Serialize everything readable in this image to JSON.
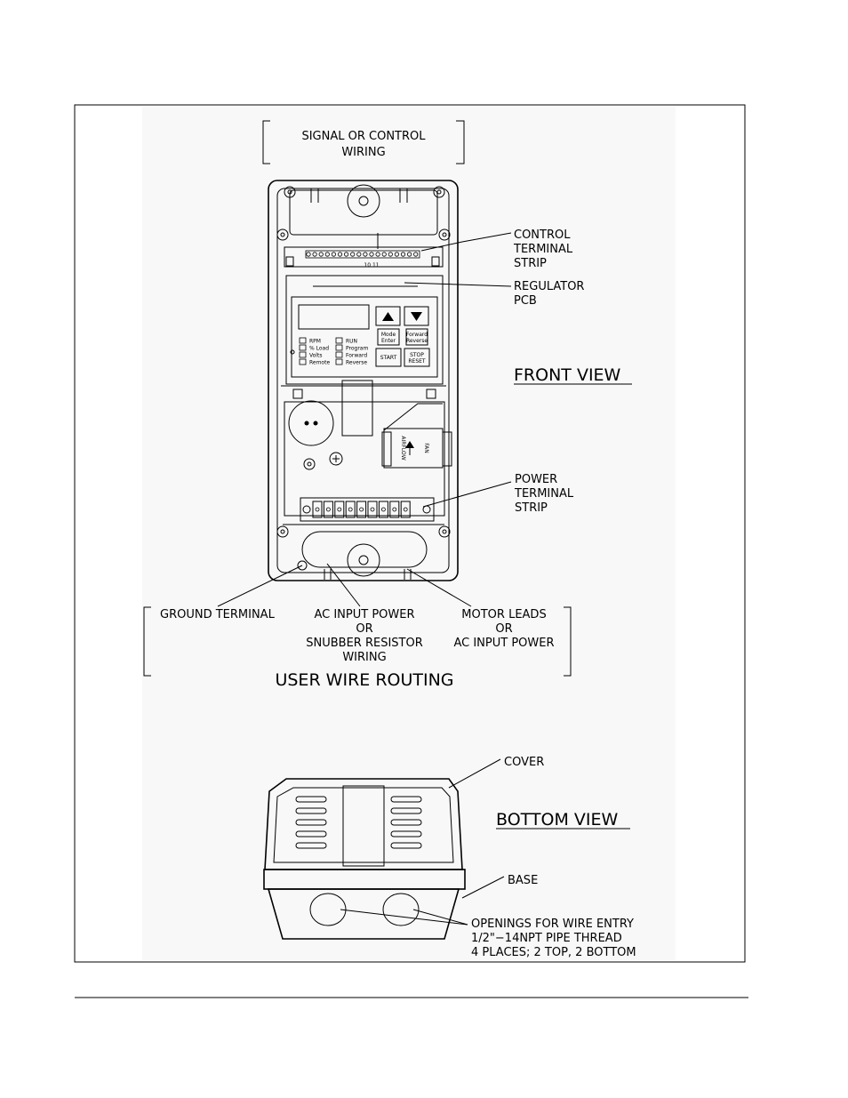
{
  "labels": {
    "signal_line1": "SIGNAL OR CONTROL",
    "signal_line2": "WIRING",
    "control_strip": [
      "CONTROL",
      "TERMINAL",
      "STRIP"
    ],
    "regulator_pcb": [
      "REGULATOR",
      "PCB"
    ],
    "front_view": "FRONT VIEW",
    "power_strip": [
      "POWER",
      "TERMINAL",
      "STRIP"
    ],
    "ground_terminal": "GROUND TERMINAL",
    "ac_input": [
      "AC INPUT POWER",
      "OR",
      "SNUBBER RESISTOR",
      "WIRING"
    ],
    "motor_leads": [
      "MOTOR LEADS",
      "OR",
      "AC INPUT POWER"
    ],
    "user_wire_routing": "USER WIRE ROUTING",
    "cover": "COVER",
    "bottom_view": "BOTTOM VIEW",
    "base": "BASE",
    "openings": [
      "OPENINGS FOR WIRE ENTRY",
      "1/2\"−14NPT PIPE THREAD",
      "4 PLACES; 2 TOP, 2 BOTTOM"
    ]
  },
  "keypad": {
    "terminal_numbers": "10 11",
    "led_left": [
      "RPM",
      "% Load",
      "Volts",
      "Remote"
    ],
    "led_right": [
      "RUN",
      "Program",
      "Forward",
      "Reverse"
    ],
    "btn_mode": [
      "Mode",
      "Enter"
    ],
    "btn_fwd": [
      "Forward",
      "Reverse"
    ],
    "btn_start": "START",
    "btn_stop": [
      "STOP",
      "RESET"
    ],
    "airflow": "AIRFLOW",
    "fan": "FAN"
  }
}
